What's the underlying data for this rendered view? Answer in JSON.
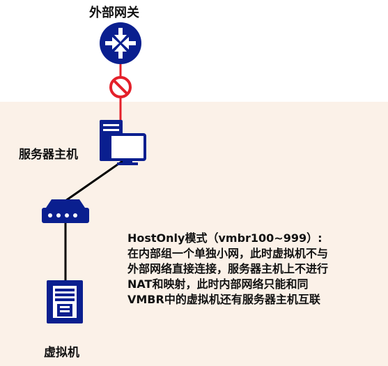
{
  "colors": {
    "accent": "#0a1f8f",
    "blocked": "#e4202a",
    "zone_background": "#fbf1e8",
    "link": "#000000"
  },
  "nodes": {
    "gateway": {
      "label": "外部网关",
      "icon": "router-icon"
    },
    "server": {
      "label": "服务器主机",
      "icon": "server-computer-icon"
    },
    "switch": {
      "label": "",
      "icon": "switch-icon"
    },
    "vm": {
      "label": "虚拟机",
      "icon": "vm-server-icon"
    }
  },
  "links": [
    {
      "from": "gateway",
      "to": "server",
      "state": "blocked",
      "icon": "no-entry-icon"
    },
    {
      "from": "server",
      "to": "switch",
      "state": "connected"
    },
    {
      "from": "switch",
      "to": "vm",
      "state": "connected"
    }
  ],
  "description": {
    "title": "HostOnly模式（vmbr100~999）:",
    "lines": [
      "在内部组一个单独小网，此时虚拟机不与",
      "外部网络直接连接，服务器主机上不进行",
      "NAT和映射，此时内部网络只能和同",
      "VMBR中的虚拟机还有服务器主机互联"
    ]
  }
}
